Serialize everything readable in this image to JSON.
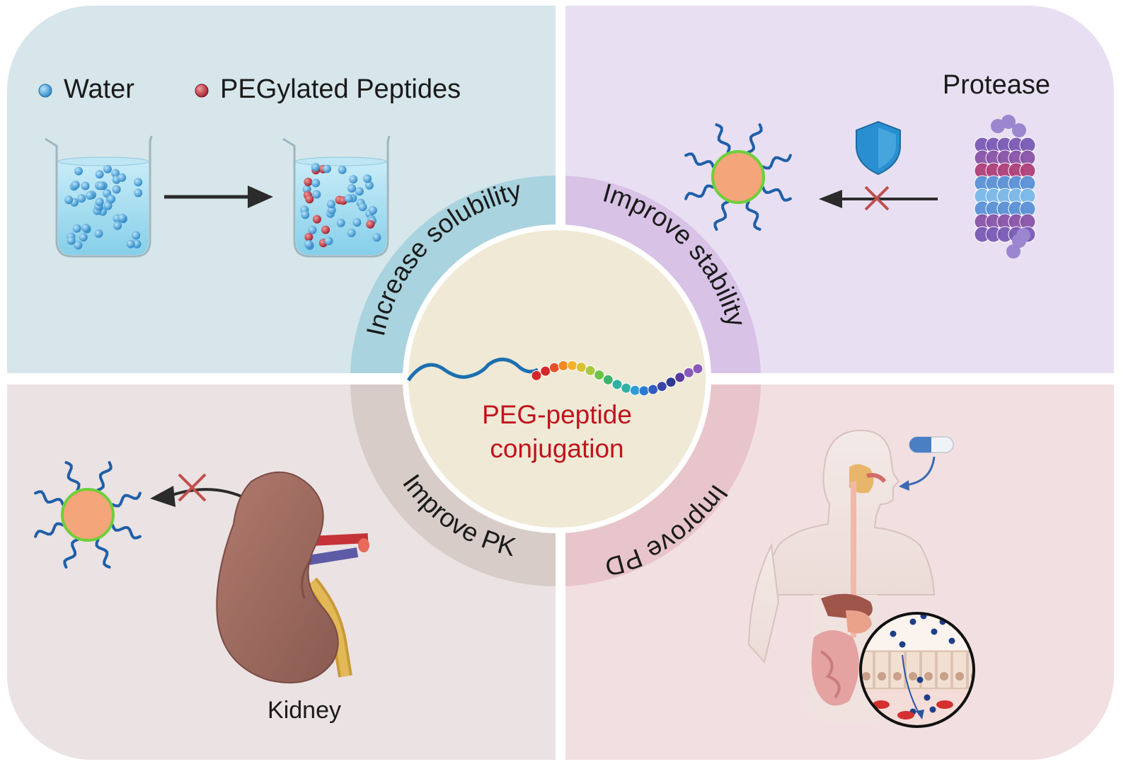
{
  "legend": {
    "water": "Water",
    "pegylated": "PEGylated Peptides"
  },
  "labels": {
    "protease": "Protease",
    "kidney": "Kidney"
  },
  "ring": {
    "solubility": "Increase solubility",
    "stability": "Improve stability",
    "pk": "Improve PK",
    "pd": "Improve PD"
  },
  "center": {
    "line1": "PEG-peptide",
    "line2": "conjugation"
  },
  "colors": {
    "quad_solubility": "#d6e6ea",
    "quad_stability": "#e8e0f2",
    "quad_pk": "#ebe2e3",
    "quad_pd": "#f2dfe2",
    "ring_solubility": "#a9d3de",
    "ring_stability": "#d8c2e6",
    "ring_pk": "#d8ccc8",
    "ring_pd": "#e8c5ca",
    "center_fill": "#efe9d6",
    "center_text": "#c0141c",
    "water_particle": "#3a98cf",
    "peg_particle": "#b0283a",
    "core": "#f4a57a",
    "core_ring": "#6fcf3a",
    "peg_chain": "#1f5fa8",
    "block_x": "#c0504d",
    "shield": "#2a8fd0",
    "kidney": "#9a6a60"
  }
}
